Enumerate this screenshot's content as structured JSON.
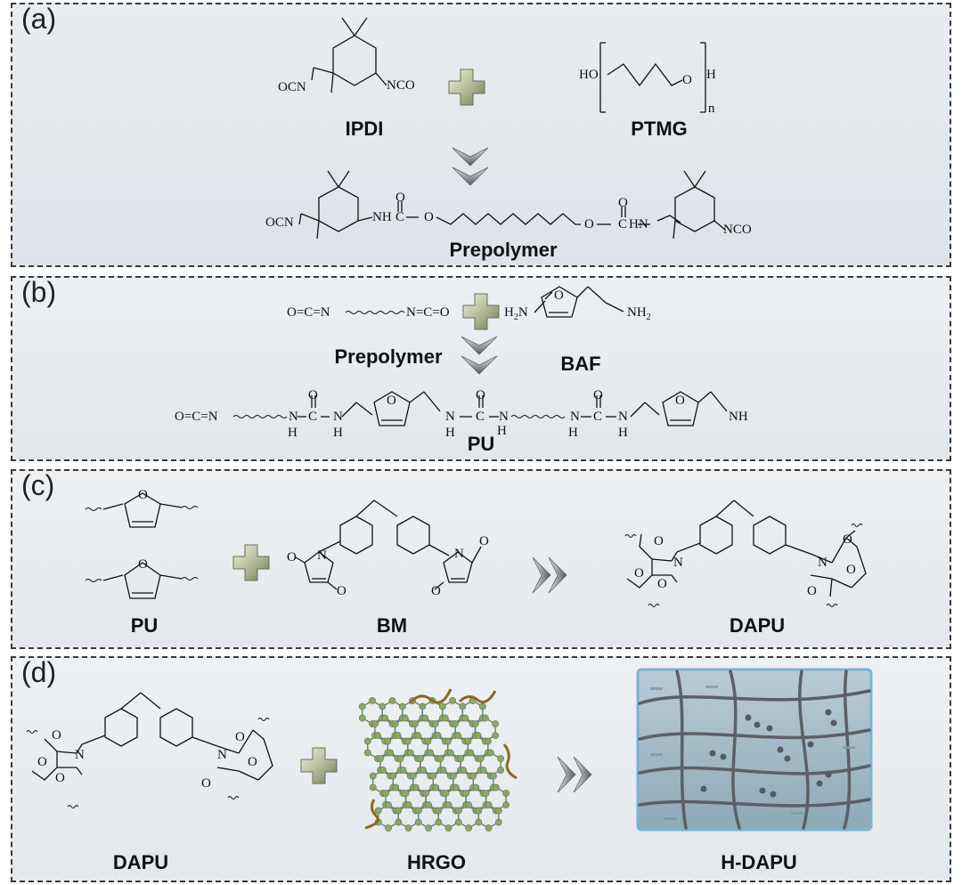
{
  "panels": {
    "a": {
      "label": "(a)",
      "reactant1": "IPDI",
      "reactant2": "PTMG",
      "product": "Prepolymer",
      "groups": {
        "ocn": "OCN",
        "nco": "NCO",
        "ho": "HO",
        "oh_o": "O",
        "oh_h": "H",
        "n": "n",
        "nh_left": "NH",
        "c": "C",
        "o": "O",
        "hn_right": "HN"
      }
    },
    "b": {
      "label": "(b)",
      "reactant1": "Prepolymer",
      "reactant2": "BAF",
      "product": "PU",
      "groups": {
        "ocn_chain_left": "O=C=N",
        "ocn_chain_right": "N=C=O",
        "h2n": "H",
        "h2n_sub": "2",
        "h2n_n": "N",
        "nh2": "NH",
        "nh2_sub": "2",
        "prod_start": "O=C=N",
        "n": "N",
        "h": "H",
        "c": "C",
        "o": "O",
        "nh_end": "NH"
      }
    },
    "c": {
      "label": "(c)",
      "reactant1": "PU",
      "reactant2": "BM",
      "product": "DAPU",
      "groups": {
        "o": "O",
        "n": "N"
      }
    },
    "d": {
      "label": "(d)",
      "reactant1": "DAPU",
      "reactant2": "HRGO",
      "product": "H-DAPU",
      "groups": {
        "o": "O",
        "n": "N"
      }
    }
  },
  "colors": {
    "plus_light": "#d6dcc0",
    "plus_dark": "#7d8468",
    "arrow_light": "#cfd3d6",
    "arrow_dark": "#6a6e72",
    "graphene_node": "#8aa86a",
    "graphene_edge": "#777777",
    "chain": "#8a6a22",
    "network_bg": "#9fb8c6",
    "network_line": "#555b60"
  }
}
